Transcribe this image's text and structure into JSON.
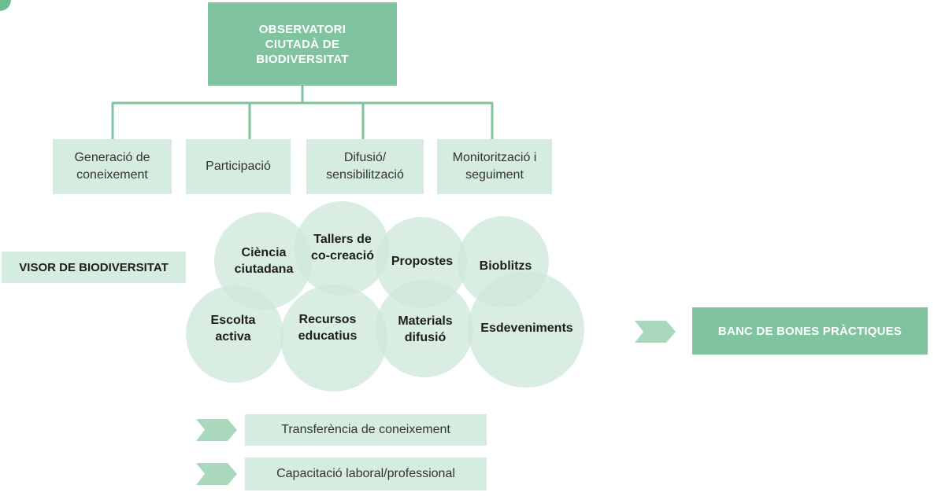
{
  "title": {
    "lines": [
      "OBSERVATORI",
      "CIUTADÀ DE",
      "BIODIVERSITAT"
    ]
  },
  "categories": [
    {
      "lines": [
        "Generació de",
        "coneixement"
      ]
    },
    {
      "lines": [
        "Participació"
      ]
    },
    {
      "lines": [
        "Difusió/",
        "sensibilització"
      ]
    },
    {
      "lines": [
        "Monitorització i",
        "seguiment"
      ]
    }
  ],
  "visor": "VISOR DE BIODIVERSITAT",
  "circles": [
    {
      "lines": [
        "Ciència",
        "ciutadana"
      ]
    },
    {
      "lines": [
        "Tallers de",
        "co-creació"
      ]
    },
    {
      "lines": [
        "Propostes"
      ]
    },
    {
      "lines": [
        "Bioblitzs"
      ]
    },
    {
      "lines": [
        "Escolta",
        "activa"
      ]
    },
    {
      "lines": [
        "Recursos",
        "educatius"
      ]
    },
    {
      "lines": [
        "Materials",
        "difusió"
      ]
    },
    {
      "lines": [
        "Esdeveniments"
      ]
    }
  ],
  "banc": "BANC DE BONES PRÀCTIQUES",
  "bottom_items": [
    "Transferència de coneixement",
    "Capacitació laboral/professional"
  ],
  "colors": {
    "dark_green": "#7fc49e",
    "light_green": "#d6ece0",
    "circle_fill": "#cde7d8",
    "line_green": "#7fc49e",
    "arrow_green": "#a9d8bd"
  },
  "icons": {
    "arrow": "chevron-arrow-icon"
  }
}
